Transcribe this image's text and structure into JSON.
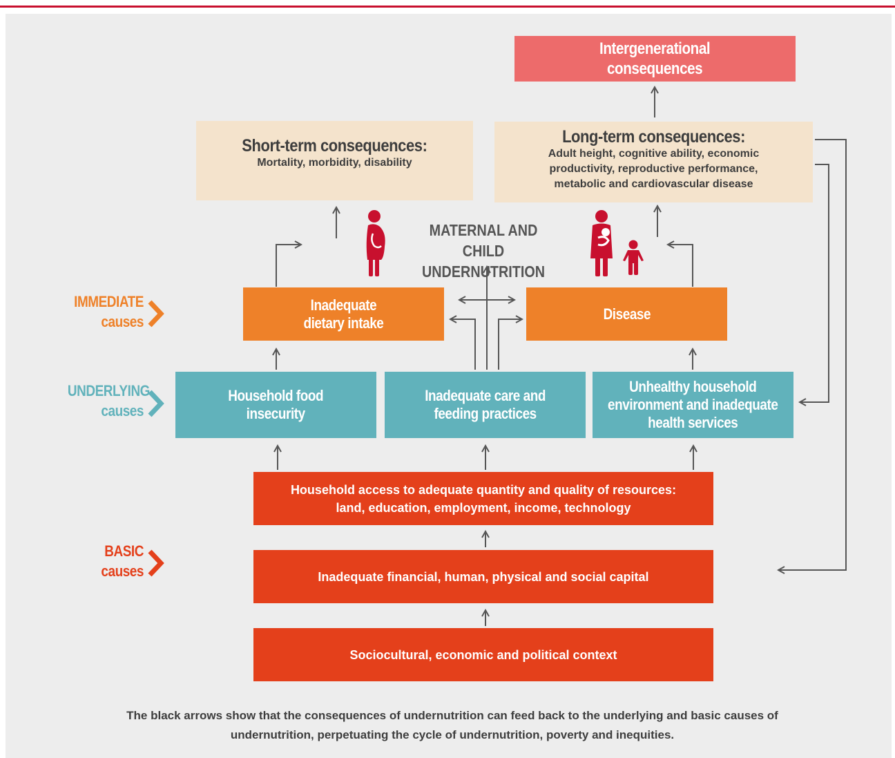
{
  "header": {
    "rule_color": "#c8102e"
  },
  "consequences": {
    "intergenerational": [
      "Intergenerational",
      "consequences"
    ],
    "short_term_title": "Short-term consequences:",
    "short_term_desc": "Mortality, morbidity, disability",
    "long_term_title": "Long-term consequences:",
    "long_term_desc": [
      "Adult height, cognitive ability, economic",
      "productivity, reproductive performance,",
      "metabolic and cardiovascular disease"
    ]
  },
  "center_label": [
    "MATERNAL AND CHILD",
    "UNDERNUTRITION"
  ],
  "cause_labels": {
    "immediate": [
      "IMMEDIATE",
      "causes"
    ],
    "underlying": [
      "UNDERLYING",
      "causes"
    ],
    "basic": [
      "BASIC",
      "causes"
    ]
  },
  "immediate_boxes": {
    "dietary": [
      "Inadequate",
      "dietary intake"
    ],
    "disease": "Disease"
  },
  "underlying_boxes": {
    "food": [
      "Household food",
      "insecurity"
    ],
    "care": [
      "Inadequate care and",
      "feeding practices"
    ],
    "environment": [
      "Unhealthy household",
      "environment and inadequate",
      "health services"
    ]
  },
  "basic_boxes": {
    "access": [
      "Household access to adequate quantity and quality of resources:",
      "land, education, employment, income, technology"
    ],
    "capital": "Inadequate financial, human, physical and social capital",
    "context": "Sociocultural, economic and political context"
  },
  "caption": [
    "The black arrows show that the consequences of undernutrition can feed back to the underlying and basic causes of",
    "undernutrition, perpetuating the cycle of undernutrition, poverty and inequities."
  ],
  "icons": [
    "pregnant-woman-icon",
    "mother-with-baby-icon",
    "child-icon"
  ],
  "colors": {
    "intergenerational": "#ed6b6b",
    "consequence_box": "#f4e3cc",
    "immediate": "#ee8129",
    "underlying": "#61b2bb",
    "basic": "#e4401b",
    "people_icons": "#c8102e",
    "arrows": "#555555"
  }
}
